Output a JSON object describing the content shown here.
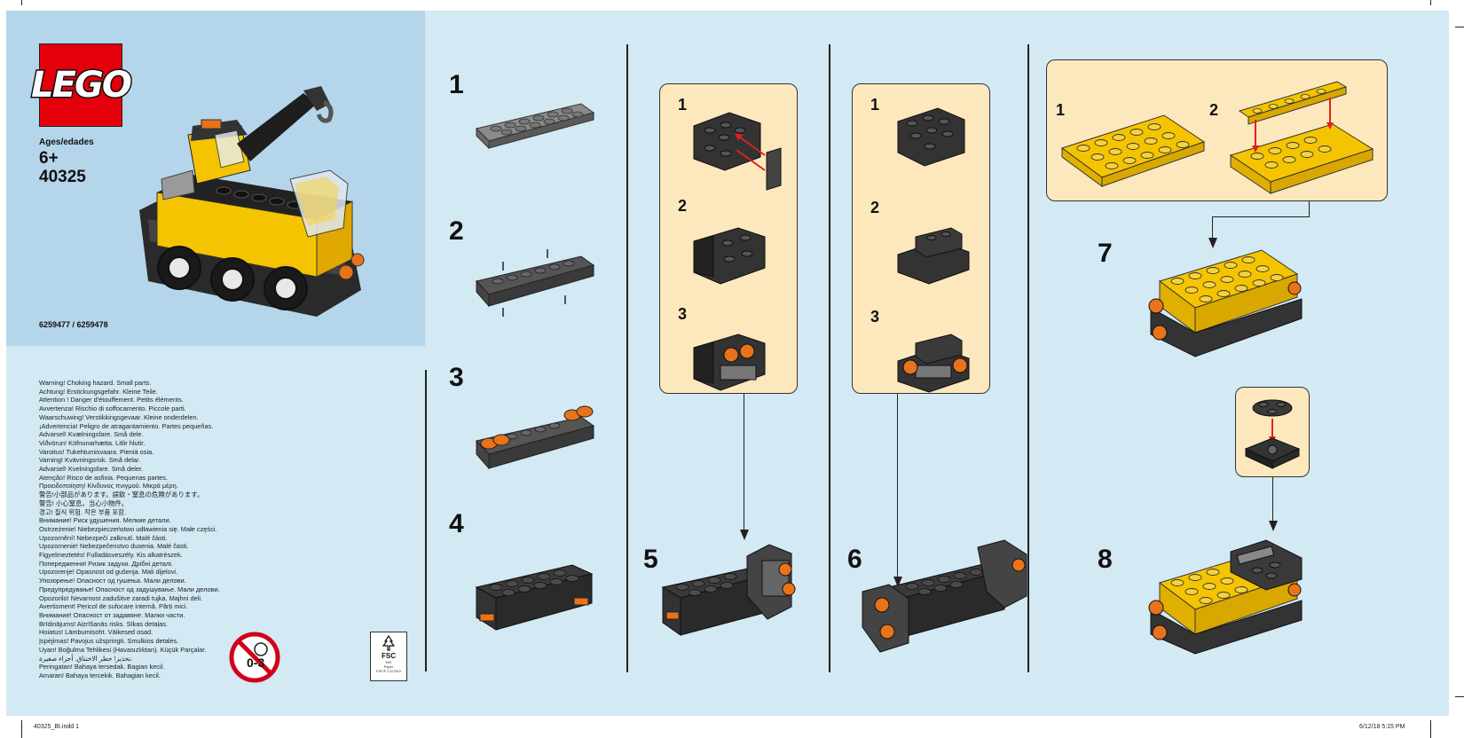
{
  "cover": {
    "brand": "LEGO",
    "ages_label": "Ages/edades",
    "age": "6+",
    "set_number": "40325",
    "part_numbers": "6259477 / 6259478"
  },
  "warnings": [
    "Warning! Choking hazard. Small parts.",
    "Achtung! Erstickungsgefahr. Kleine Teile.",
    "Attention ! Danger d'étouffement. Petits éléments.",
    "Avvertenza! Rischio di soffocamento. Piccole parti.",
    "Waarschuwing! Verstikkingsgevaar. Kleine onderdelen.",
    "¡Advertencia! Peligro de atragantamiento. Partes pequeñas.",
    "Advarsel! Kvælningsfare. Små dele.",
    "Viðvörun! Köfnunarhætta. Litlir hlutir.",
    "Varoitus! Tukehtumisvaara. Pieniä osia.",
    "Varning! Kvävningsrisk. Små delar.",
    "Advarsel! Kvelningsfare. Små deler.",
    "Atenção! Risco de asfixia. Pequenas partes.",
    "Προειδοποίηση! Κίνδυνος πνιγμού. Μικρά μέρη.",
    "警告!小部品があります。誤飲・窒息の危険があります。",
    "警告! 小心窒息。当心小物件。",
    "경고! 질식 위험. 작은 부품 포함.",
    "Внимание! Риск удушения. Мелкие детали.",
    "Ostrzeżenie! Niebezpieczeństwo udławienia się. Małe części.",
    "Upozornění! Nebezpečí zalknutí. Malé části.",
    "Upozornenie! Nebezpečenstvo dusenia. Malé časti.",
    "Figyelmeztetés! Fulladásveszély. Kis alkatrészek.",
    "Попередження! Ризик задухи. Дрібні деталі.",
    "Upozorenje! Opasnost od gušenja. Mali dijelovi.",
    "Упозорење! Опасност од гушења. Мали делови.",
    "Предупредување! Опасност од задушување. Мали делови.",
    "Opozorilo! Nevarnost zadušitve zaradi tujka. Majhni deli.",
    "Avertisment! Pericol de sufocare internă. Părți mici.",
    "Внимание! Опасност от задавяне. Малки части.",
    "Brīdinājums! Aizrīšanās risks. Sīkas detaļas.",
    "Hoiatus! Lämbumisoht. Väikesed osad.",
    "Įspėjimas! Pavojus užspringti. Smulkios detalės.",
    "Uyarı! Boğulma Tehlikesi (Havasızlıktan). Küçük Parçalar.",
    "تحذير! خطر الاختناق. أجزاء صغيرة.",
    "Peringatan! Bahaya tersedak. Bagian kecil.",
    "Amaran! Bahaya tercekik. Bahagian kecil."
  ],
  "age_warning_badge": "0-3",
  "fsc": {
    "logo_text": "FSC",
    "line1": "MIX",
    "line2": "Paper",
    "line3": "FSC® C117610"
  },
  "steps": {
    "s1": "1",
    "s2": "2",
    "s3": "3",
    "s4": "4",
    "s5": "5",
    "s6": "6",
    "s7": "7",
    "s8": "8"
  },
  "substeps": {
    "p5": [
      "1",
      "2",
      "3"
    ],
    "p6": [
      "1",
      "2",
      "3"
    ],
    "p7": [
      "1",
      "2"
    ]
  },
  "footer": {
    "file": "40325_BI.indd   1",
    "date": "6/12/18   5:15 PM"
  },
  "colors": {
    "background": "#d3e9f3",
    "cover_background": "#b5d6ea",
    "panel": "#fde8bd",
    "lego_red": "#e3000b",
    "brick_yellow": "#f5c400",
    "brick_dark": "#444444",
    "accent_orange": "#e8731a",
    "arrow_red": "#e02020"
  }
}
